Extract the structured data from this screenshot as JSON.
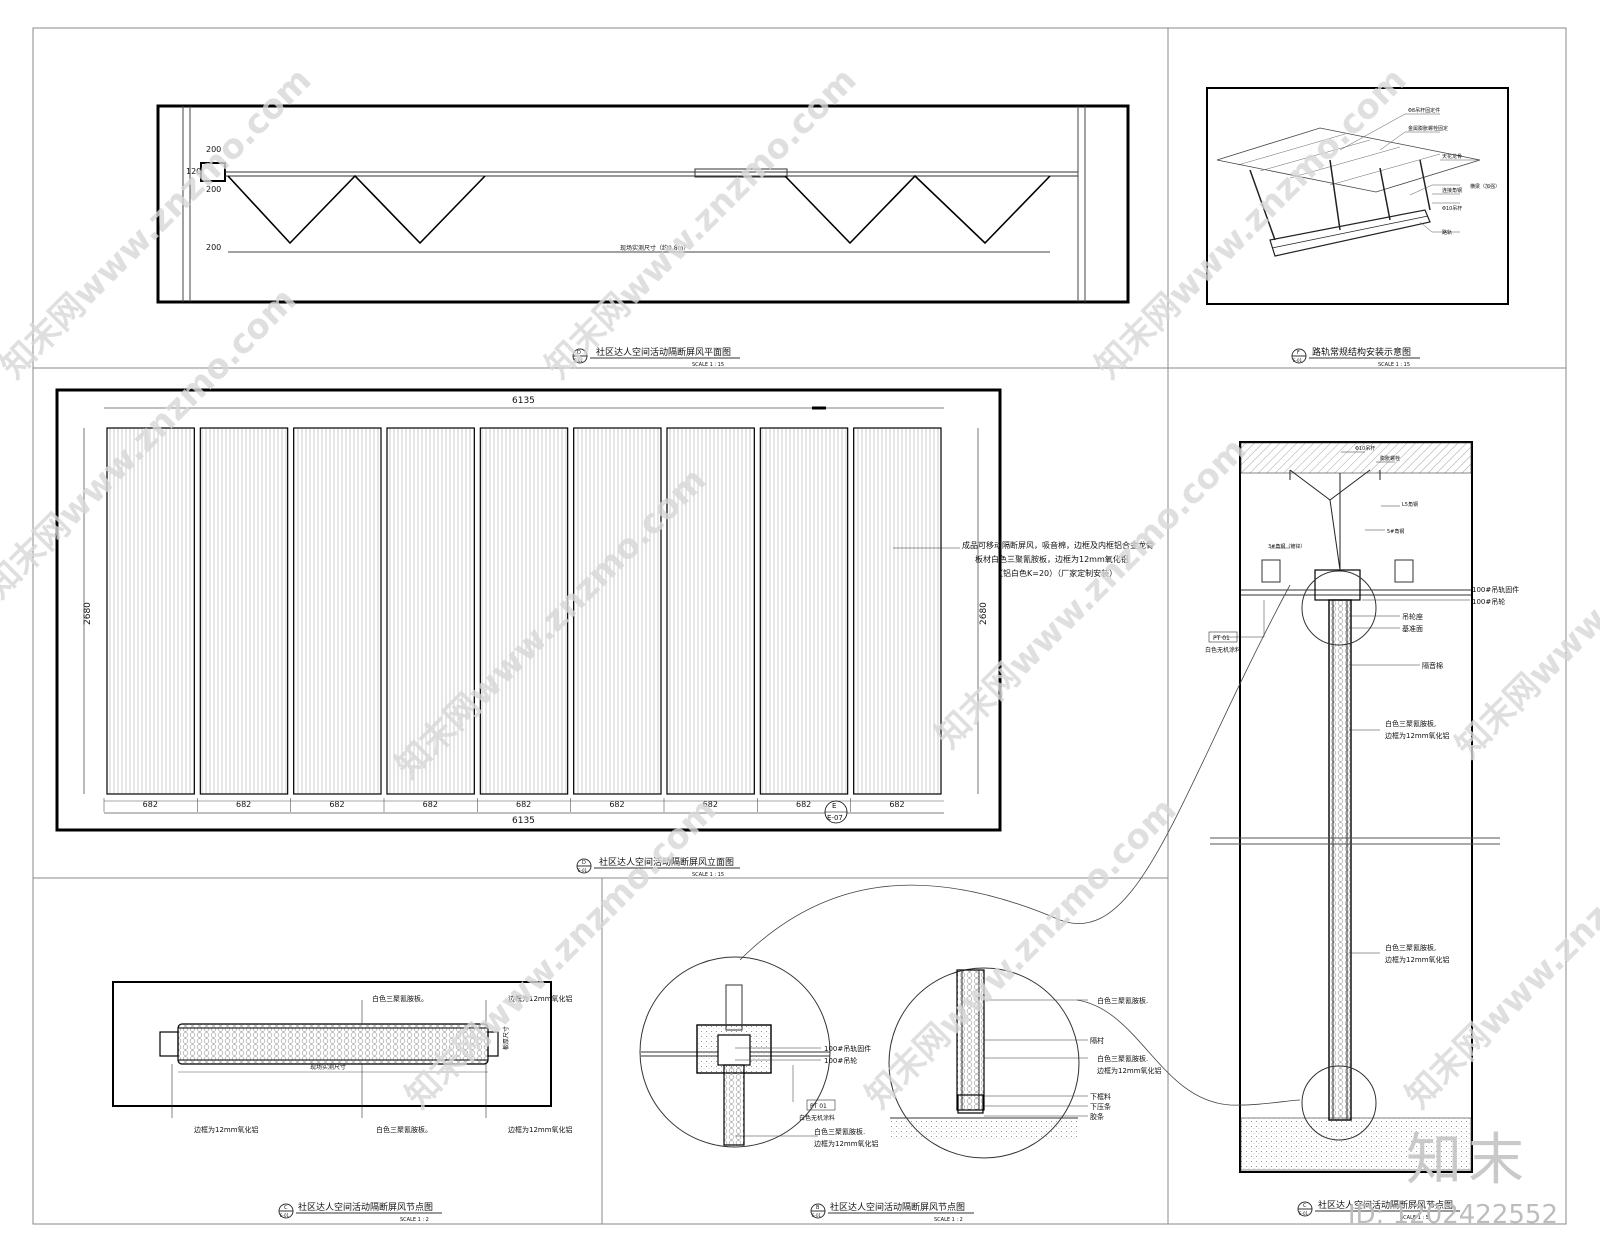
{
  "panels": {
    "plan": {
      "title": "社区达人空间活动隔断屏风平面图",
      "ref_num": "D",
      "ref_sheet": "E-01",
      "scale": "SCALE 1 : 15",
      "dim_a": "200",
      "dim_b": "120",
      "dim_c": "200",
      "dim_d": "200",
      "dim_note": "现场实测尺寸（约9.8m）"
    },
    "track": {
      "title": "路轨常规结构安装示意图",
      "ref_num": "F",
      "ref_sheet": "E-01",
      "scale": "SCALE 1 : 15",
      "labels": [
        "Φ8吊杆固定件",
        "金属膨胀螺栓固定",
        "天花龙骨",
        "横梁（加强）",
        "连接角钢",
        "Φ10吊杆",
        "路轨"
      ]
    },
    "elevation": {
      "title": "社区达人空间活动隔断屏风立面图",
      "ref_num": "D",
      "ref_sheet": "E-01",
      "scale": "SCALE 1 : 15",
      "total_width": "6135",
      "height": "2680",
      "panel_width": "682",
      "panel_count": 9,
      "ref_sheet_mark": "E-07",
      "ref_mark_letter": "E",
      "spec_lines": [
        "成品可移动隔断屏风，吸音棉，边框及内框铝合金龙骨",
        "板材白色三聚氰胺板，边框为12mm氧化铝",
        "（铝白色K=20）（厂家定制安装）"
      ]
    },
    "section": {
      "title": "社区达人空间活动隔断屏风节点图",
      "ref_num": "C",
      "ref_sheet": "E-01",
      "scale": "SCALE 1 : 5",
      "top_labels": [
        "Φ10吊杆",
        "膨胀螺栓",
        "L5角钢",
        "5#角钢",
        "3#角钢（镀锌）"
      ],
      "right_labels": [
        "100#吊轨固件",
        "100#吊轮",
        "吊轮座",
        "基准面",
        "隔音棉",
        "白色三聚氰胺板,",
        "边框为12mm氧化铝"
      ],
      "pt_tag": "PT 01",
      "pt_note": "白色无机涂料"
    },
    "detail_left": {
      "title": "社区达人空间活动隔断屏风节点图",
      "ref_num": "C",
      "ref_sheet": "E-01",
      "scale": "SCALE 1 : 2",
      "top_label": "白色三聚氰胺板。",
      "right_top": "边框为12mm氧化铝",
      "right_side": "板厚尺寸",
      "center_dim": "现场实测尺寸",
      "bottom_left": "边框为12mm氧化铝",
      "bottom_center": "白色三聚氰胺板。",
      "bottom_right": "边框为12mm氧化铝"
    },
    "detail_mid": {
      "title": "社区达人空间活动隔断屏风节点图",
      "ref_num": "B",
      "ref_sheet": "E-01",
      "scale": "SCALE 1 : 2",
      "labels_a": [
        "100#吊轨固件",
        "100#吊轮"
      ],
      "pt_tag": "PT 01",
      "pt_note": "白色无机涂料",
      "labels_b": [
        "白色三聚氰胺板.",
        "边框为12mm氧化铝"
      ],
      "labels_c": [
        "白色三聚氰胺板.",
        "隔村",
        "白色三聚氰胺板.",
        "边框为12mm氧化铝",
        "下框料",
        "下压条",
        "胶条"
      ]
    }
  },
  "watermark": {
    "text": "知末网www.znzmo.com",
    "brand": "知末",
    "id": "ID: 1202422552"
  }
}
